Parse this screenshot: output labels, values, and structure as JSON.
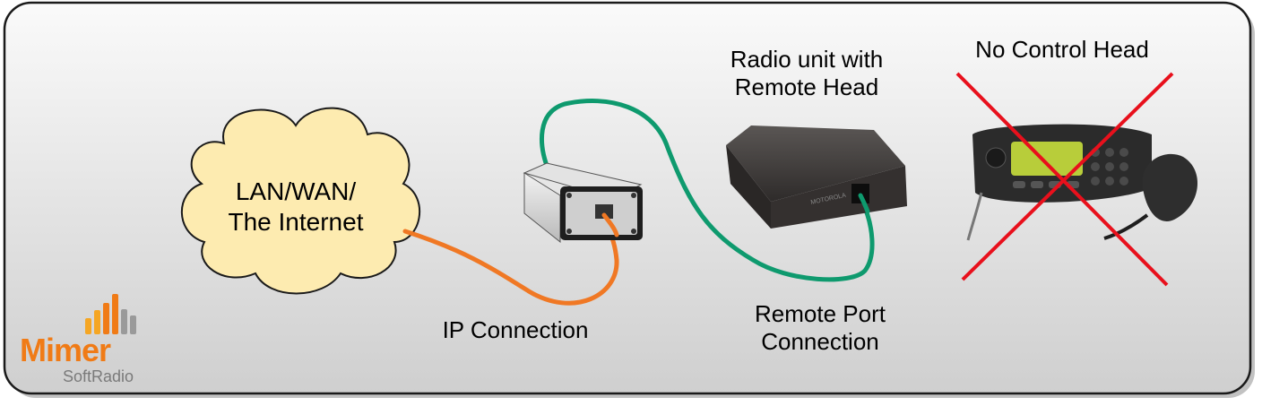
{
  "colors": {
    "panel_border": "#1a1a1a",
    "cloud_fill": "#fdebb0",
    "orange_cable": "#f07824",
    "green_cable": "#0e9a6e",
    "cross_red": "#e8101c",
    "logo_orange": "#f07b16",
    "logo_gray": "#7a7a7a"
  },
  "cloud": {
    "line1": "LAN/WAN/",
    "line2": "The Internet"
  },
  "labels": {
    "ip_connection": "IP Connection",
    "radio_line1": "Radio unit with",
    "radio_line2": "Remote Head",
    "port_line1": "Remote Port",
    "port_line2": "Connection",
    "no_control_head": "No Control Head"
  },
  "logo": {
    "brand": "Mimer",
    "product": "SoftRadio"
  },
  "icons": [
    "cloud-icon",
    "network-adapter-icon",
    "radio-unit-icon",
    "control-head-icon",
    "cross-icon",
    "signal-bars-icon"
  ]
}
